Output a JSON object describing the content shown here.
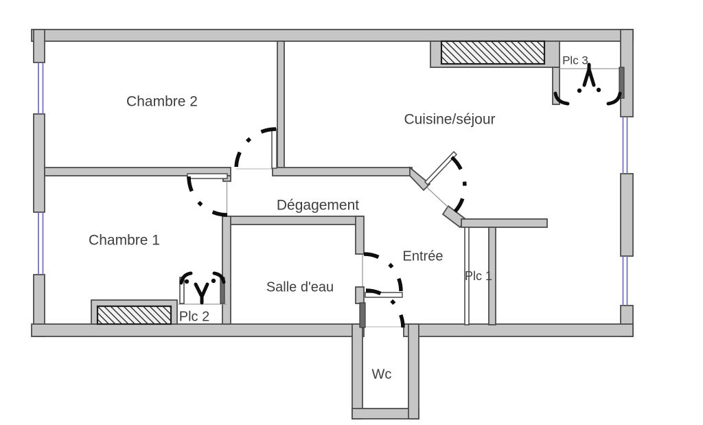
{
  "plan": {
    "type": "floor-plan",
    "rooms": [
      {
        "id": "chambre2",
        "label": "Chambre 2"
      },
      {
        "id": "cuisine_sejour",
        "label": "Cuisine/séjour"
      },
      {
        "id": "plc3",
        "label": "Plc 3"
      },
      {
        "id": "degagement",
        "label": "Dégagement"
      },
      {
        "id": "chambre1",
        "label": "Chambre 1"
      },
      {
        "id": "entree",
        "label": "Entrée"
      },
      {
        "id": "plc1",
        "label": "Plc 1"
      },
      {
        "id": "salle_deau",
        "label": "Salle d'eau"
      },
      {
        "id": "plc2",
        "label": "Plc 2"
      },
      {
        "id": "wc",
        "label": "Wc"
      }
    ],
    "colors": {
      "background": "#ffffff",
      "wall_fill": "#c6c6c6",
      "wall_stroke": "#4b4b4b",
      "window": "#7474bc",
      "arc": "#0e0e0e",
      "label": "#3e3e3e",
      "hatch_bg": "#f1f1f1",
      "hatch_line": "#2e2e2e",
      "jamb_dark": "#6a6a6a"
    }
  }
}
